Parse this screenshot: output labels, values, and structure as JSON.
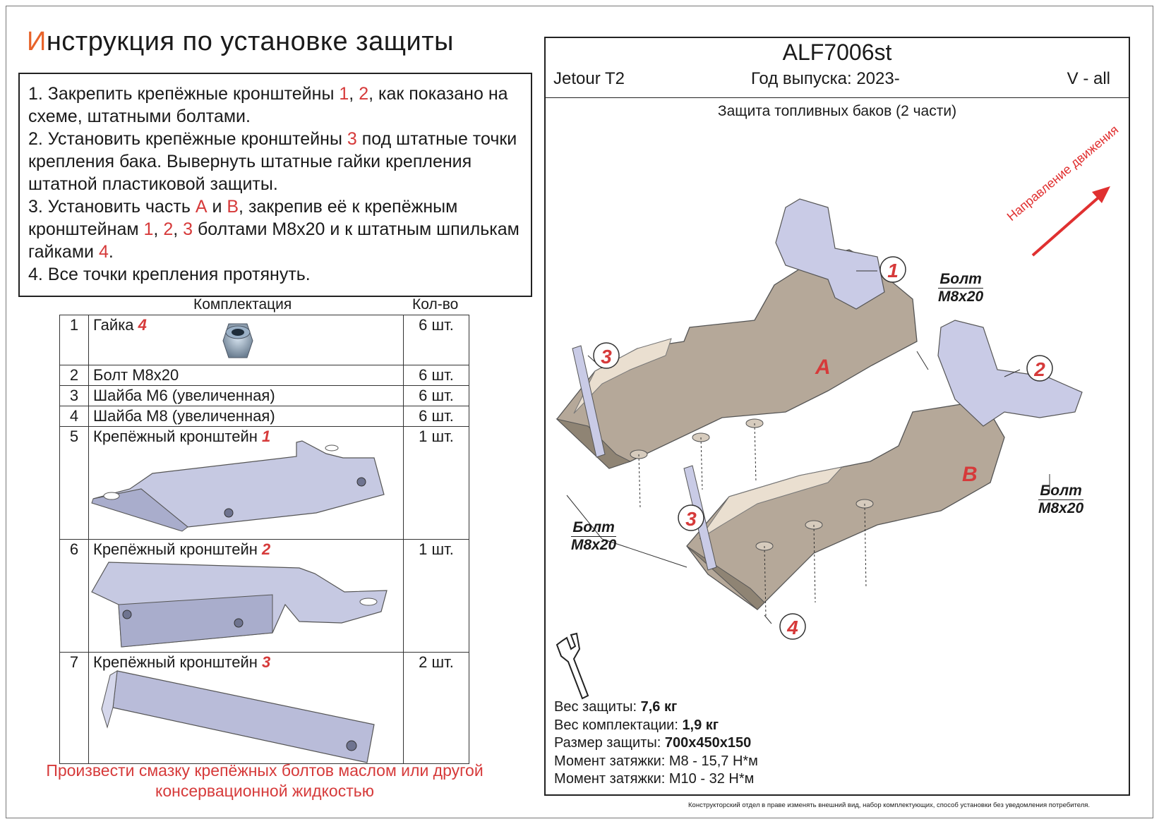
{
  "title": {
    "first_letter": "И",
    "rest": "нструкция по установке защиты"
  },
  "instructions": {
    "s1a": "1. Закрепить  крепёжные кронштейны ",
    "s1r1": "1",
    "s1b": ", ",
    "s1r2": "2",
    "s1c": ", как показано на схеме, штатными болтами.",
    "s2a": "2. Установить крепёжные кронштейны ",
    "s2r": "3",
    "s2b": " под штатные точки крепления бака. Вывернуть штатные гайки крепления штатной пластиковой защиты.",
    "s3a": "3. Установить часть ",
    "s3rA": "А",
    "s3b": " и ",
    "s3rB": "В",
    "s3c": ", закрепив её к крепёжным кронштейнам ",
    "s3r1": "1",
    "s3d": ", ",
    "s3r2": "2",
    "s3e": ", ",
    "s3r3": "3",
    "s3f": " болтами М8х20 и к штатным шпилькам гайками ",
    "s3r4": "4",
    "s3g": ".",
    "s4": "4. Все точки крепления протянуть."
  },
  "kit": {
    "header_name": "Комплектация",
    "header_qty": "Кол-во",
    "rows": [
      {
        "num": "1",
        "name": "Гайка ",
        "tag": "4",
        "qty": "6 шт."
      },
      {
        "num": "2",
        "name": "Болт М8х20",
        "tag": "",
        "qty": "6 шт."
      },
      {
        "num": "3",
        "name": "Шайба М6 (увеличенная)",
        "tag": "",
        "qty": "6 шт."
      },
      {
        "num": "4",
        "name": "Шайба М8 (увеличенная)",
        "tag": "",
        "qty": "6 шт."
      },
      {
        "num": "5",
        "name": "Крепёжный кронштейн ",
        "tag": "1",
        "qty": "1 шт."
      },
      {
        "num": "6",
        "name": "Крепёжный кронштейн ",
        "tag": "2",
        "qty": "1 шт."
      },
      {
        "num": "7",
        "name": "Крепёжный кронштейн ",
        "tag": "3",
        "qty": "2 шт."
      }
    ]
  },
  "note": "Произвести смазку крепёжных болтов маслом или другой консервационной жидкостью",
  "product": {
    "code": "ALF7006st",
    "car": "Jetour T2",
    "year": "Год выпуска: 2023-",
    "engine": "V - all",
    "subtitle": "Защита топливных баков (2 части)"
  },
  "diagram": {
    "direction": "Направление движения",
    "part_a": "A",
    "part_b": "B",
    "callouts": [
      "1",
      "2",
      "3",
      "3",
      "4"
    ],
    "bolt_word": "Болт",
    "bolt_size": "М8х20"
  },
  "specs": {
    "weight_label": "Вес защиты: ",
    "weight_value": "7,6 кг",
    "kit_label": "Вес комплектации: ",
    "kit_value": "1,9 кг",
    "size_label": "Размер защиты: ",
    "size_value": "700х450х150",
    "torque1": "Момент затяжки:  М8 - 15,7 Н*м",
    "torque2": "Момент затяжки:  М10 - 32 Н*м"
  },
  "disclaimer": "Конструкторский отдел в праве изменять внешний вид, набор комплектующих, способ установки без уведомления потребителя.",
  "colors": {
    "accent_red": "#d63a3a",
    "title_orange": "#e8632a",
    "plate": "#b5a899",
    "bracket": "#c9cbe6"
  }
}
